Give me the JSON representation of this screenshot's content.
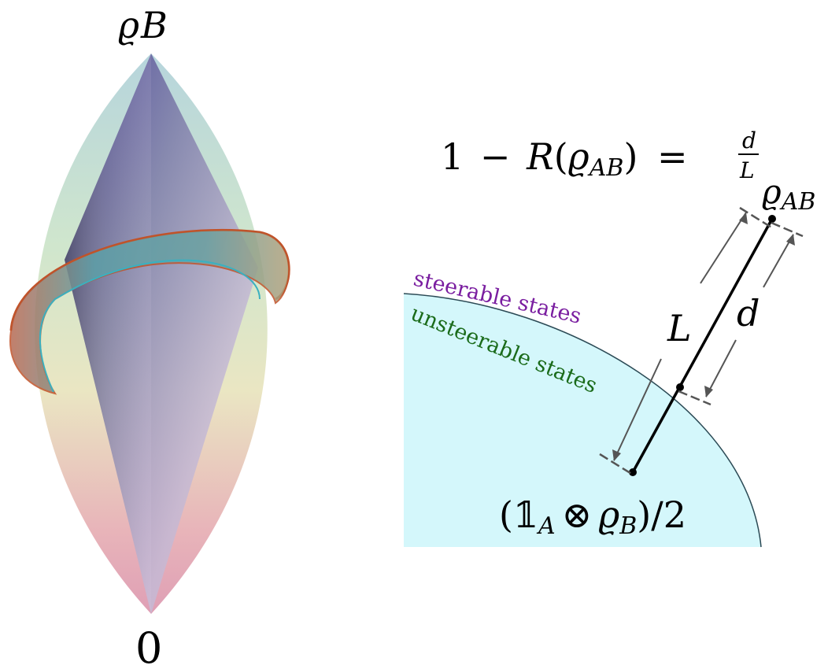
{
  "left_figure": {
    "top_label": "ϱ",
    "top_label_sub": "B",
    "bottom_label": "0"
  },
  "right_figure": {
    "formula": {
      "lhs_one": "1",
      "minus": "−",
      "R": "R",
      "open_paren": "(",
      "rho": "ϱ",
      "rho_sub": "AB",
      "close_paren": ")",
      "equals": "=",
      "frac_num": "d",
      "frac_den": "L"
    },
    "point_label": "ϱ",
    "point_label_sub": "AB",
    "length_L": "L",
    "length_d": "d",
    "outer_region_label": "steerable states",
    "inner_region_label": "unsteerable states",
    "center_label_open": "(",
    "center_label_one": "𝟙",
    "center_label_one_sub": "A",
    "center_label_otimes": "⊗",
    "center_label_rho": "ϱ",
    "center_label_rho_sub": "B",
    "center_label_close": ")/2",
    "colors": {
      "steerable_text": "#7a1ea0",
      "unsteerable_text": "#1a6b1a",
      "region_fill": "#d4f7fb",
      "region_edge": "#2b4a55"
    }
  }
}
